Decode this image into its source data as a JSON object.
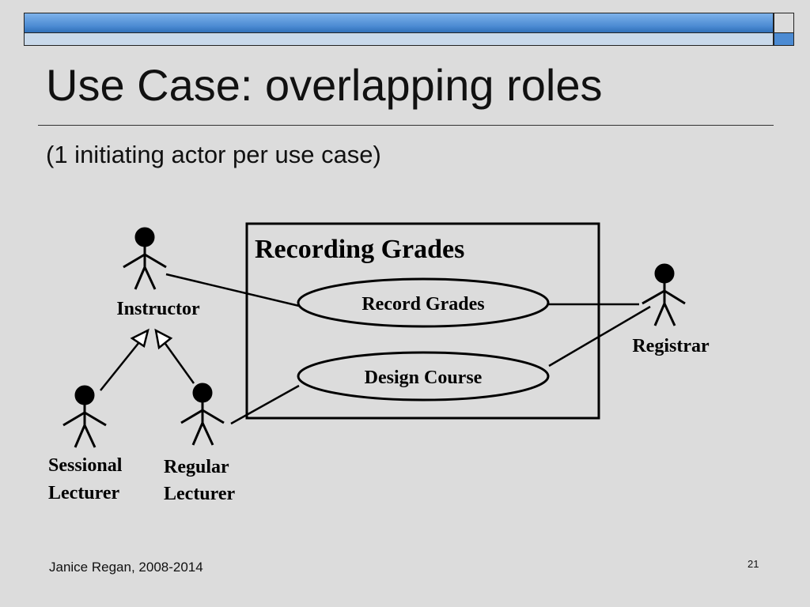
{
  "slide": {
    "title": "Use Case: overlapping roles",
    "subtitle": "(1 initiating actor per use case)",
    "footer": "Janice Regan, 2008-2014",
    "page_number": "21"
  },
  "diagram": {
    "system_boundary": "Recording Grades",
    "use_cases": {
      "record_grades": "Record Grades",
      "design_course": "Design Course"
    },
    "actors": {
      "instructor": "Instructor",
      "registrar": "Registrar",
      "sessional_line1": "Sessional",
      "sessional_line2": "Lecturer",
      "regular_line1": "Regular",
      "regular_line2": "Lecturer"
    }
  },
  "colors": {
    "header_bar": "#4c8bd3",
    "background": "#dcdcdc",
    "line": "#000000"
  }
}
